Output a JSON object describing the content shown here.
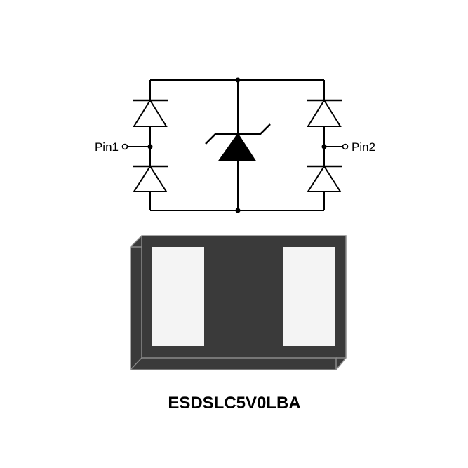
{
  "schematic": {
    "pin1_label": "Pin1",
    "pin2_label": "Pin2"
  },
  "package": {
    "body_color": "#3a3a3a",
    "pad_color": "#f4f4f4"
  },
  "part_number": "ESDSLC5V0LBA"
}
